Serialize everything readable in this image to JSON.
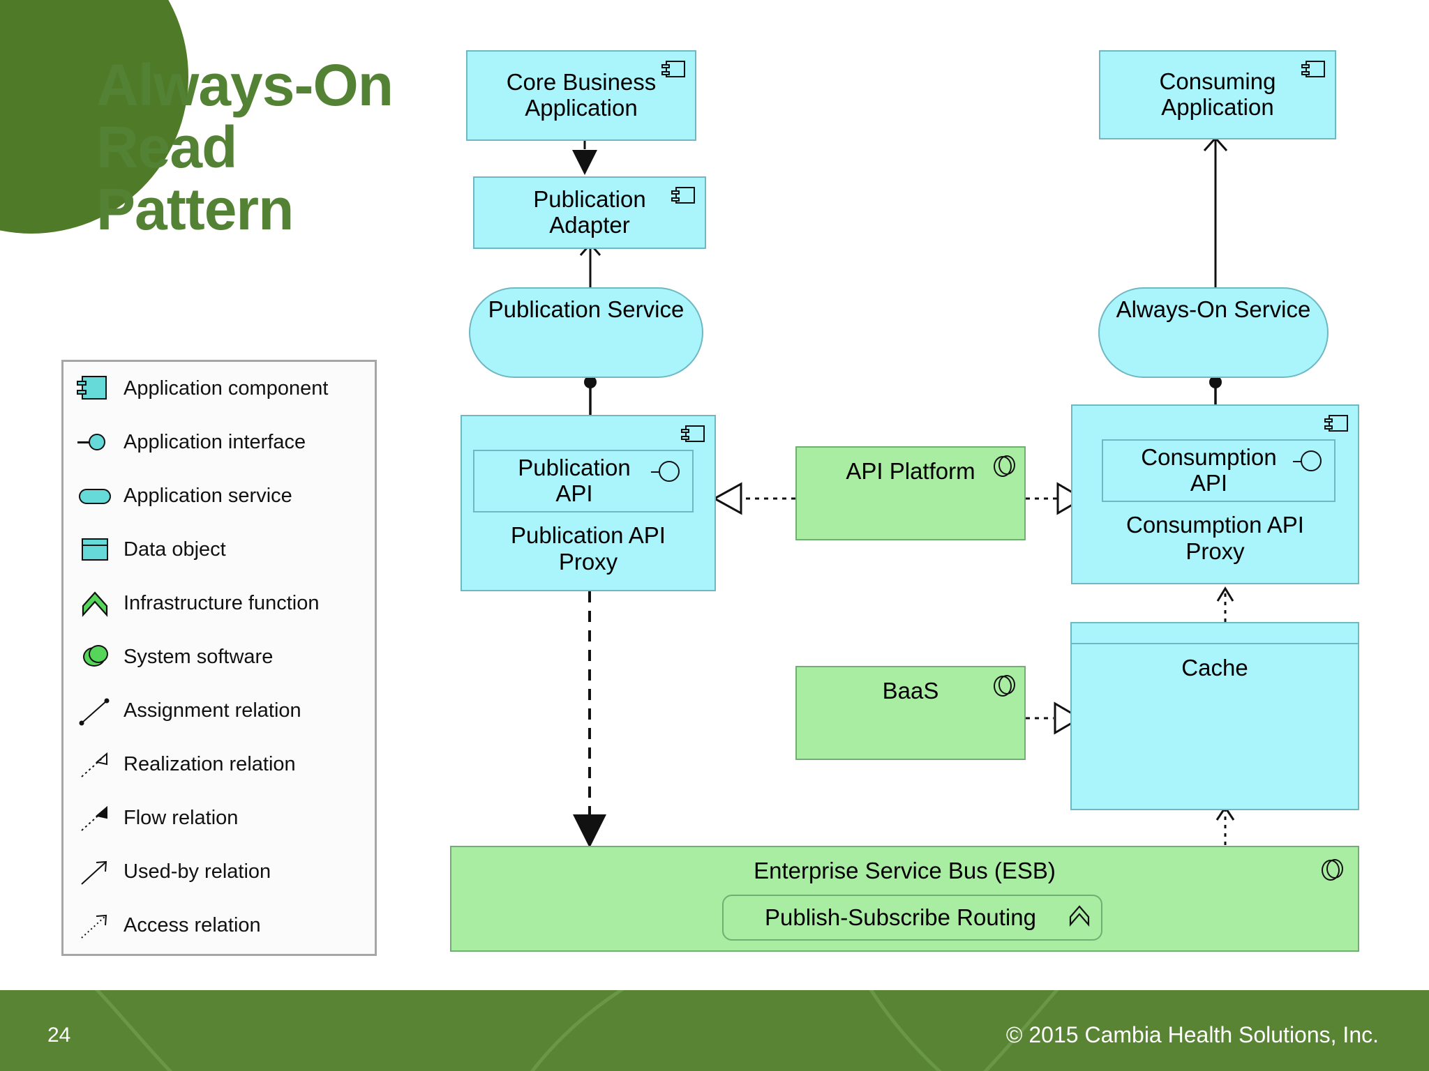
{
  "slide": {
    "title_lines": [
      "Always-On",
      "Read",
      "Pattern"
    ],
    "accent_color": "#548235",
    "circle_color": "#4f7a28"
  },
  "legend": {
    "items": [
      {
        "icon": "application-component-icon",
        "label": "Application component"
      },
      {
        "icon": "application-interface-icon",
        "label": "Application interface"
      },
      {
        "icon": "application-service-icon",
        "label": "Application service"
      },
      {
        "icon": "data-object-icon",
        "label": "Data object"
      },
      {
        "icon": "infrastructure-function-icon",
        "label": "Infrastructure function"
      },
      {
        "icon": "system-software-icon",
        "label": "System software"
      },
      {
        "icon": "assignment-relation-icon",
        "label": "Assignment relation"
      },
      {
        "icon": "realization-relation-icon",
        "label": "Realization relation"
      },
      {
        "icon": "flow-relation-icon",
        "label": "Flow relation"
      },
      {
        "icon": "used-by-relation-icon",
        "label": "Used-by relation"
      },
      {
        "icon": "access-relation-icon",
        "label": "Access relation"
      }
    ]
  },
  "diagram": {
    "colors": {
      "application": "#aaf4fb",
      "technology": "#a9eda3"
    },
    "nodes": {
      "core_business_application": "Core Business\nApplication",
      "core_business_application_l1": "Core Business",
      "core_business_application_l2": "Application",
      "publication_adapter_l1": "Publication",
      "publication_adapter_l2": "Adapter",
      "publication_service": "Publication Service",
      "publication_api_l1": "Publication",
      "publication_api_l2": "API",
      "publication_api_proxy_l1": "Publication API",
      "publication_api_proxy_l2": "Proxy",
      "api_platform": "API Platform",
      "baas": "BaaS",
      "consuming_application_l1": "Consuming",
      "consuming_application_l2": "Application",
      "always_on_service": "Always-On Service",
      "consumption_api_l1": "Consumption",
      "consumption_api_l2": "API",
      "consumption_api_proxy_l1": "Consumption API",
      "consumption_api_proxy_l2": "Proxy",
      "cache": "Cache",
      "esb": "Enterprise Service Bus (ESB)",
      "publish_subscribe_routing": "Publish-Subscribe Routing"
    }
  },
  "footer": {
    "page_number": "24",
    "copyright": "© 2015 Cambia Health Solutions, Inc.",
    "background": "#588433"
  }
}
